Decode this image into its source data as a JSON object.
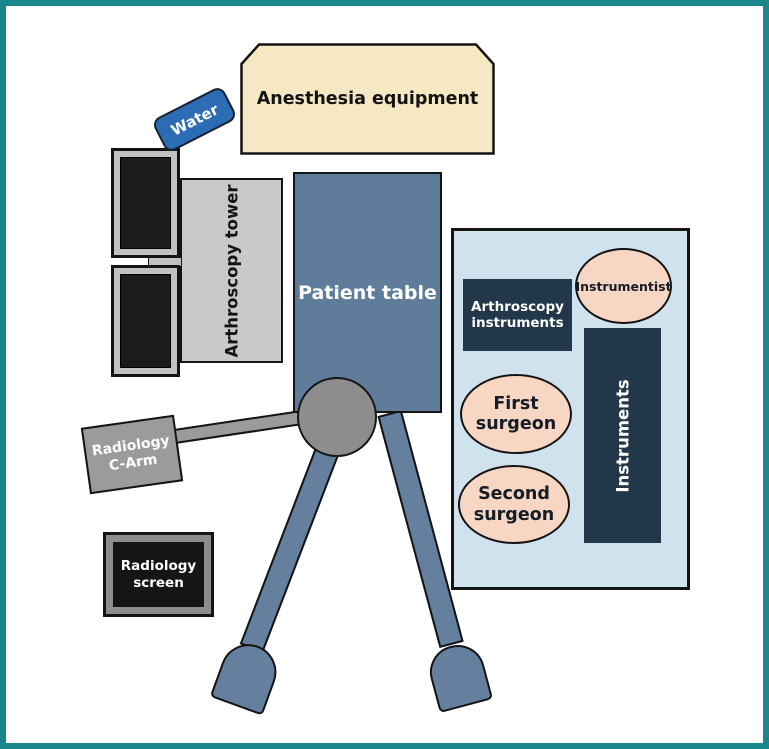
{
  "labels": {
    "anesthesia": "Anesthesia equipment",
    "water": "Water",
    "arthroscopy_tower": "Arthroscopy tower",
    "patient_table": "Patient table",
    "radiology_c_arm": "Radiology C-Arm",
    "radiology_screen": "Radiology screen",
    "arthroscopy_instruments": "Arthroscopy instruments",
    "instrumentist": "Instrumentist",
    "instruments": "Instruments",
    "first_surgeon": "First surgeon",
    "second_surgeon": "Second surgeon"
  },
  "colors": {
    "border_teal": "#1b878d",
    "anesthesia_cream": "#f6e8c2",
    "water_blue": "#2b6cb4",
    "patient_table_blue": "#5f7c9b",
    "leg_blue": "#64809e",
    "equipment_gray": "#9b9b9b",
    "pivot_gray": "#8d8d8d",
    "tower_gray": "#c9c9c9",
    "monitor_frame_gray": "#c2c1c1",
    "screen_black": "#1b1b1b",
    "staff_panel_blue": "#d0e2ee",
    "instrument_navy": "#22374a",
    "person_peach": "#f8d6c4",
    "outline_black": "#141414"
  }
}
